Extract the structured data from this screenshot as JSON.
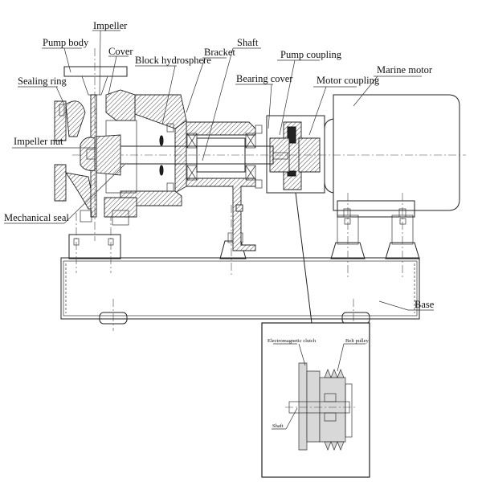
{
  "title": "Marine centrifugal pump assembly drawing",
  "labels": {
    "impeller": "Impeller",
    "pump_body": "Pump body",
    "cover": "Cover",
    "block_hydrosphere": "Block hydrosphere",
    "bracket": "Bracket",
    "shaft": "Shaft",
    "sealing_ring": "Sealing ring",
    "pump_coupling": "Pump coupling",
    "bearing_cover": "Bearing cover",
    "motor_coupling": "Motor coupling",
    "marine_motor": "Marine motor",
    "impeller_nut": "Impeller nut",
    "mechanical_seal": "Mechanical seal",
    "base": "Base"
  },
  "inset": {
    "electromagnetic_clutch": "Electromagnetic clutch",
    "belt_pulley": "Belt pulley",
    "shaft": "Shaft"
  }
}
